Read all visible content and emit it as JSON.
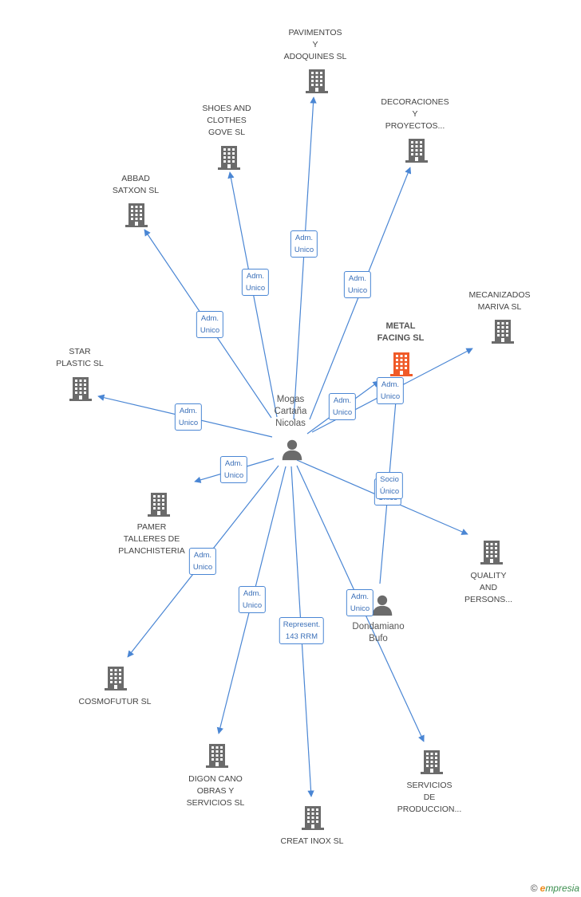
{
  "nodes": {
    "pavimentos": {
      "lines": [
        "PAVIMENTOS",
        "Y",
        "ADOQUINES SL"
      ],
      "type": "company"
    },
    "shoes": {
      "lines": [
        "SHOES AND",
        "CLOTHES",
        "GOVE SL"
      ],
      "type": "company"
    },
    "decoraciones": {
      "lines": [
        "DECORACIONES",
        "Y",
        "PROYECTOS..."
      ],
      "type": "company"
    },
    "abbad": {
      "lines": [
        "ABBAD",
        "SATXON SL"
      ],
      "type": "company"
    },
    "mecanizados": {
      "lines": [
        "MECANIZADOS",
        "MARIVA SL"
      ],
      "type": "company"
    },
    "metal": {
      "lines": [
        "METAL",
        "FACING SL"
      ],
      "type": "focus"
    },
    "star": {
      "lines": [
        "STAR",
        "PLASTIC SL"
      ],
      "type": "company"
    },
    "mogas": {
      "lines": [
        "Mogas",
        "Cartaña",
        "Nicolas"
      ],
      "type": "person"
    },
    "pamer": {
      "lines": [
        "PAMER",
        "TALLERES DE",
        "PLANCHISTERIA"
      ],
      "type": "company"
    },
    "quality": {
      "lines": [
        "QUALITY",
        "AND",
        "PERSONS..."
      ],
      "type": "company"
    },
    "dondamiano": {
      "lines": [
        "Dondamiano",
        "Bufo"
      ],
      "type": "person"
    },
    "cosmofutur": {
      "lines": [
        "COSMOFUTUR SL"
      ],
      "type": "company"
    },
    "digon": {
      "lines": [
        "DIGON CANO",
        "OBRAS Y",
        "SERVICIOS SL"
      ],
      "type": "company"
    },
    "servicios": {
      "lines": [
        "SERVICIOS",
        "DE",
        "PRODUCCION..."
      ],
      "type": "company"
    },
    "creat": {
      "lines": [
        "CREAT INOX SL"
      ],
      "type": "company"
    }
  },
  "edges": [
    {
      "from": "mogas",
      "to": "pavimentos",
      "label": [
        "Adm.",
        "Unico"
      ]
    },
    {
      "from": "mogas",
      "to": "shoes",
      "label": [
        "Adm.",
        "Unico"
      ]
    },
    {
      "from": "mogas",
      "to": "decoraciones",
      "label": [
        "Adm.",
        "Unico"
      ]
    },
    {
      "from": "mogas",
      "to": "abbad",
      "label": [
        "Adm.",
        "Unico"
      ]
    },
    {
      "from": "mogas",
      "to": "star",
      "label": [
        "Adm.",
        "Unico"
      ]
    },
    {
      "from": "mogas",
      "to": "metal",
      "label": [
        "Adm.",
        "Unico"
      ]
    },
    {
      "from": "mogas",
      "to": "mecanizados",
      "label": [
        "Adm.",
        "Unico"
      ]
    },
    {
      "from": "mogas",
      "to": "pamer",
      "label": [
        "Adm.",
        "Unico"
      ]
    },
    {
      "from": "mogas",
      "to": "quality",
      "label": [
        "Adm.",
        "Unico"
      ]
    },
    {
      "from": "mogas",
      "to": "cosmofutur",
      "label": [
        "Adm.",
        "Unico"
      ]
    },
    {
      "from": "mogas",
      "to": "digon",
      "label": [
        "Adm.",
        "Unico"
      ]
    },
    {
      "from": "mogas",
      "to": "creat",
      "label": [
        "Represent.",
        "143 RRM"
      ]
    },
    {
      "from": "mogas",
      "to": "servicios",
      "label": [
        "Adm.",
        "Unico"
      ]
    },
    {
      "from": "dondamiano",
      "to": "metal",
      "label": [
        "Socio",
        "Único"
      ]
    }
  ],
  "colors": {
    "edge": "#4a86d4",
    "company_icon": "#6b6b6b",
    "focus_icon": "#f05a28",
    "person_icon": "#6b6b6b"
  },
  "footer": {
    "copyright": "©",
    "brand_e": "e",
    "brand_rest": "mpresia"
  }
}
